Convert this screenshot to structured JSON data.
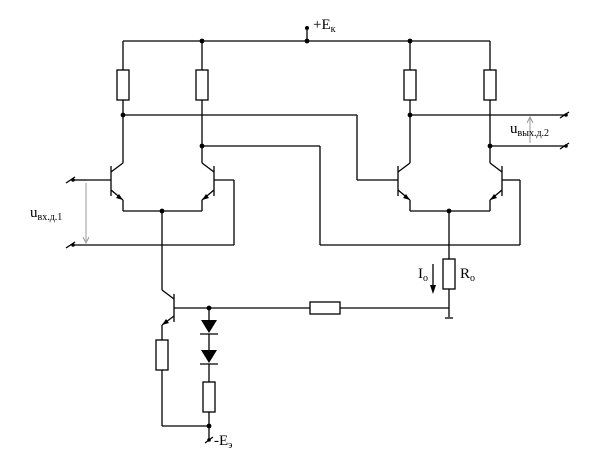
{
  "labels": {
    "supply_pos": "+E",
    "supply_pos_sub": "к",
    "supply_neg": "-E",
    "supply_neg_sub": "э",
    "input_label": "u",
    "input_label_sub": "вх.д.1",
    "output_label": "u",
    "output_label_sub": "вых.д.2",
    "current_label": "I",
    "current_label_sub": "o",
    "resistor_label": "R",
    "resistor_label_sub": "o"
  }
}
